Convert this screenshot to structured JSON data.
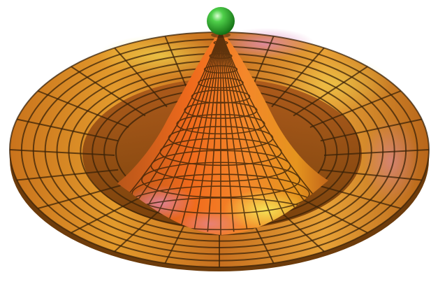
{
  "scene": {
    "subject": "sombrero-surface",
    "colors": {
      "background": "#ffffff",
      "surface_dark": "#7a3b08",
      "surface_mid": "#d2741a",
      "surface_light": "#f0a83a",
      "peak_orange": "#f06a1c",
      "highlight_yellow": "#f2e14a",
      "accent_pink": "#d889b0",
      "grid_line": "#3a2208",
      "sphere": "#2ab52a",
      "sphere_highlight": "#b8f5b0"
    },
    "grid": {
      "rings": 9,
      "radial_lines": 24
    },
    "marker": {
      "shape": "sphere-icon",
      "color_key": "sphere"
    }
  }
}
